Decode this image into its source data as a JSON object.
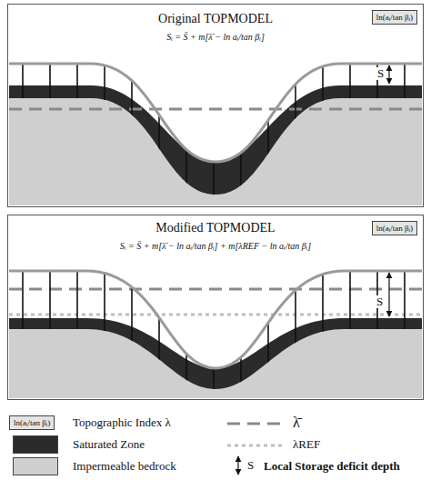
{
  "diagram": {
    "nodes": [
      {
        "text": [
          "Original TOPMODEL",
          "Sᵢ = S̄ + m[λ̄ − ln aᵢ/tan βᵢ]"
        ]
      },
      {
        "text": [
          "ln(aᵢ/tan βᵢ)"
        ],
        "in": 0
      },
      {
        "text": [
          "Modified TOPMODEL",
          "Sᵢ = S̄ + m[λ̄ − ln aᵢ/tan βᵢ] + m[λREF − ln aᵢ/tan βᵢ]"
        ]
      },
      {
        "text": [
          "ln(aᵢ/tan βᵢ)"
        ],
        "in": 2
      }
    ],
    "labels": [
      "S",
      "S",
      "ln(aᵢ/tan βᵢ)",
      "S"
    ],
    "legend": [
      {
        "text": "Topographic Index λ"
      },
      {
        "text": "λ̄"
      },
      {
        "text": "Saturated Zone",
        "color": "#2b2b2b"
      },
      {
        "text": "λREF"
      },
      {
        "text": "Impermeable bedrock",
        "color": "#cfcfcf"
      },
      {
        "text": "Local Storage deficit depth"
      }
    ]
  }
}
